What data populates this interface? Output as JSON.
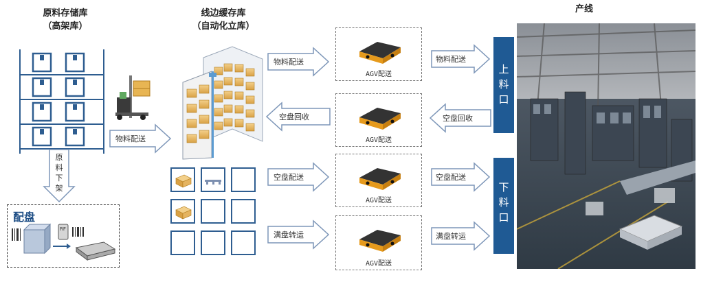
{
  "sections": {
    "raw_store_title": "原料存储库",
    "raw_store_sub": "（高架库）",
    "buffer_title": "线边缓存库",
    "buffer_sub": "（自动化立库）",
    "line_title": "产线"
  },
  "arrows": {
    "material_delivery": "物料配送",
    "raw_down_shelf": [
      "原",
      "料",
      "下",
      "架"
    ],
    "top1": "物料配送",
    "top2": "空盘回收",
    "top3": "空盘配送",
    "top4": "满盘转运",
    "right1": "物料配送",
    "right2": "空盘回收",
    "right3": "空盘配送",
    "right4": "满盘转运"
  },
  "agv": {
    "label": "AGV配送",
    "label2": "AGV配送",
    "label3": "AGV配送",
    "label4": "AGV配送"
  },
  "pairing": {
    "title": "配盘",
    "rf_label": "RF"
  },
  "ports": {
    "upper": [
      "上",
      "料",
      "口"
    ],
    "lower": [
      "下",
      "料",
      "口"
    ]
  },
  "colors": {
    "navy": "#1f5a94",
    "shelf": "#2e5d90",
    "agv_body": "#e69a1c"
  }
}
